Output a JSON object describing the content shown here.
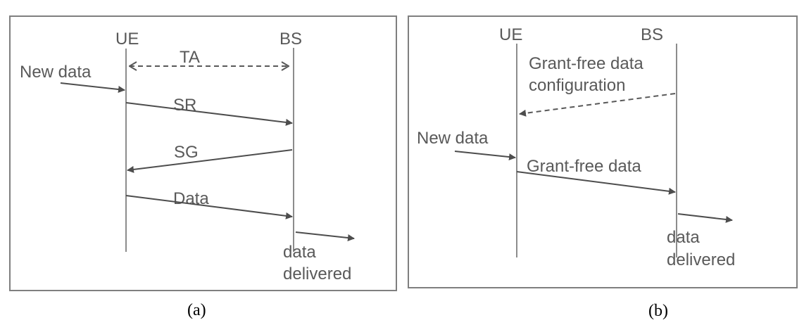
{
  "panels": [
    {
      "caption": "(a)",
      "ue_label": "UE",
      "bs_label": "BS",
      "messages": [
        {
          "label": "TA",
          "style": "dashed-bidirectional"
        },
        {
          "label": "New data",
          "style": "solid"
        },
        {
          "label": "SR",
          "style": "solid"
        },
        {
          "label": "SG",
          "style": "solid"
        },
        {
          "label": "Data",
          "style": "solid"
        },
        {
          "label_line1": "data",
          "label_line2": "delivered",
          "style": "solid"
        }
      ]
    },
    {
      "caption": "(b)",
      "ue_label": "UE",
      "bs_label": "BS",
      "messages": [
        {
          "label_line1": "Grant-free data",
          "label_line2": "configuration",
          "style": "dashed"
        },
        {
          "label": "New data",
          "style": "solid"
        },
        {
          "label": "Grant-free data",
          "style": "solid"
        },
        {
          "label_line1": "data",
          "label_line2": "delivered",
          "style": "solid"
        }
      ]
    }
  ]
}
